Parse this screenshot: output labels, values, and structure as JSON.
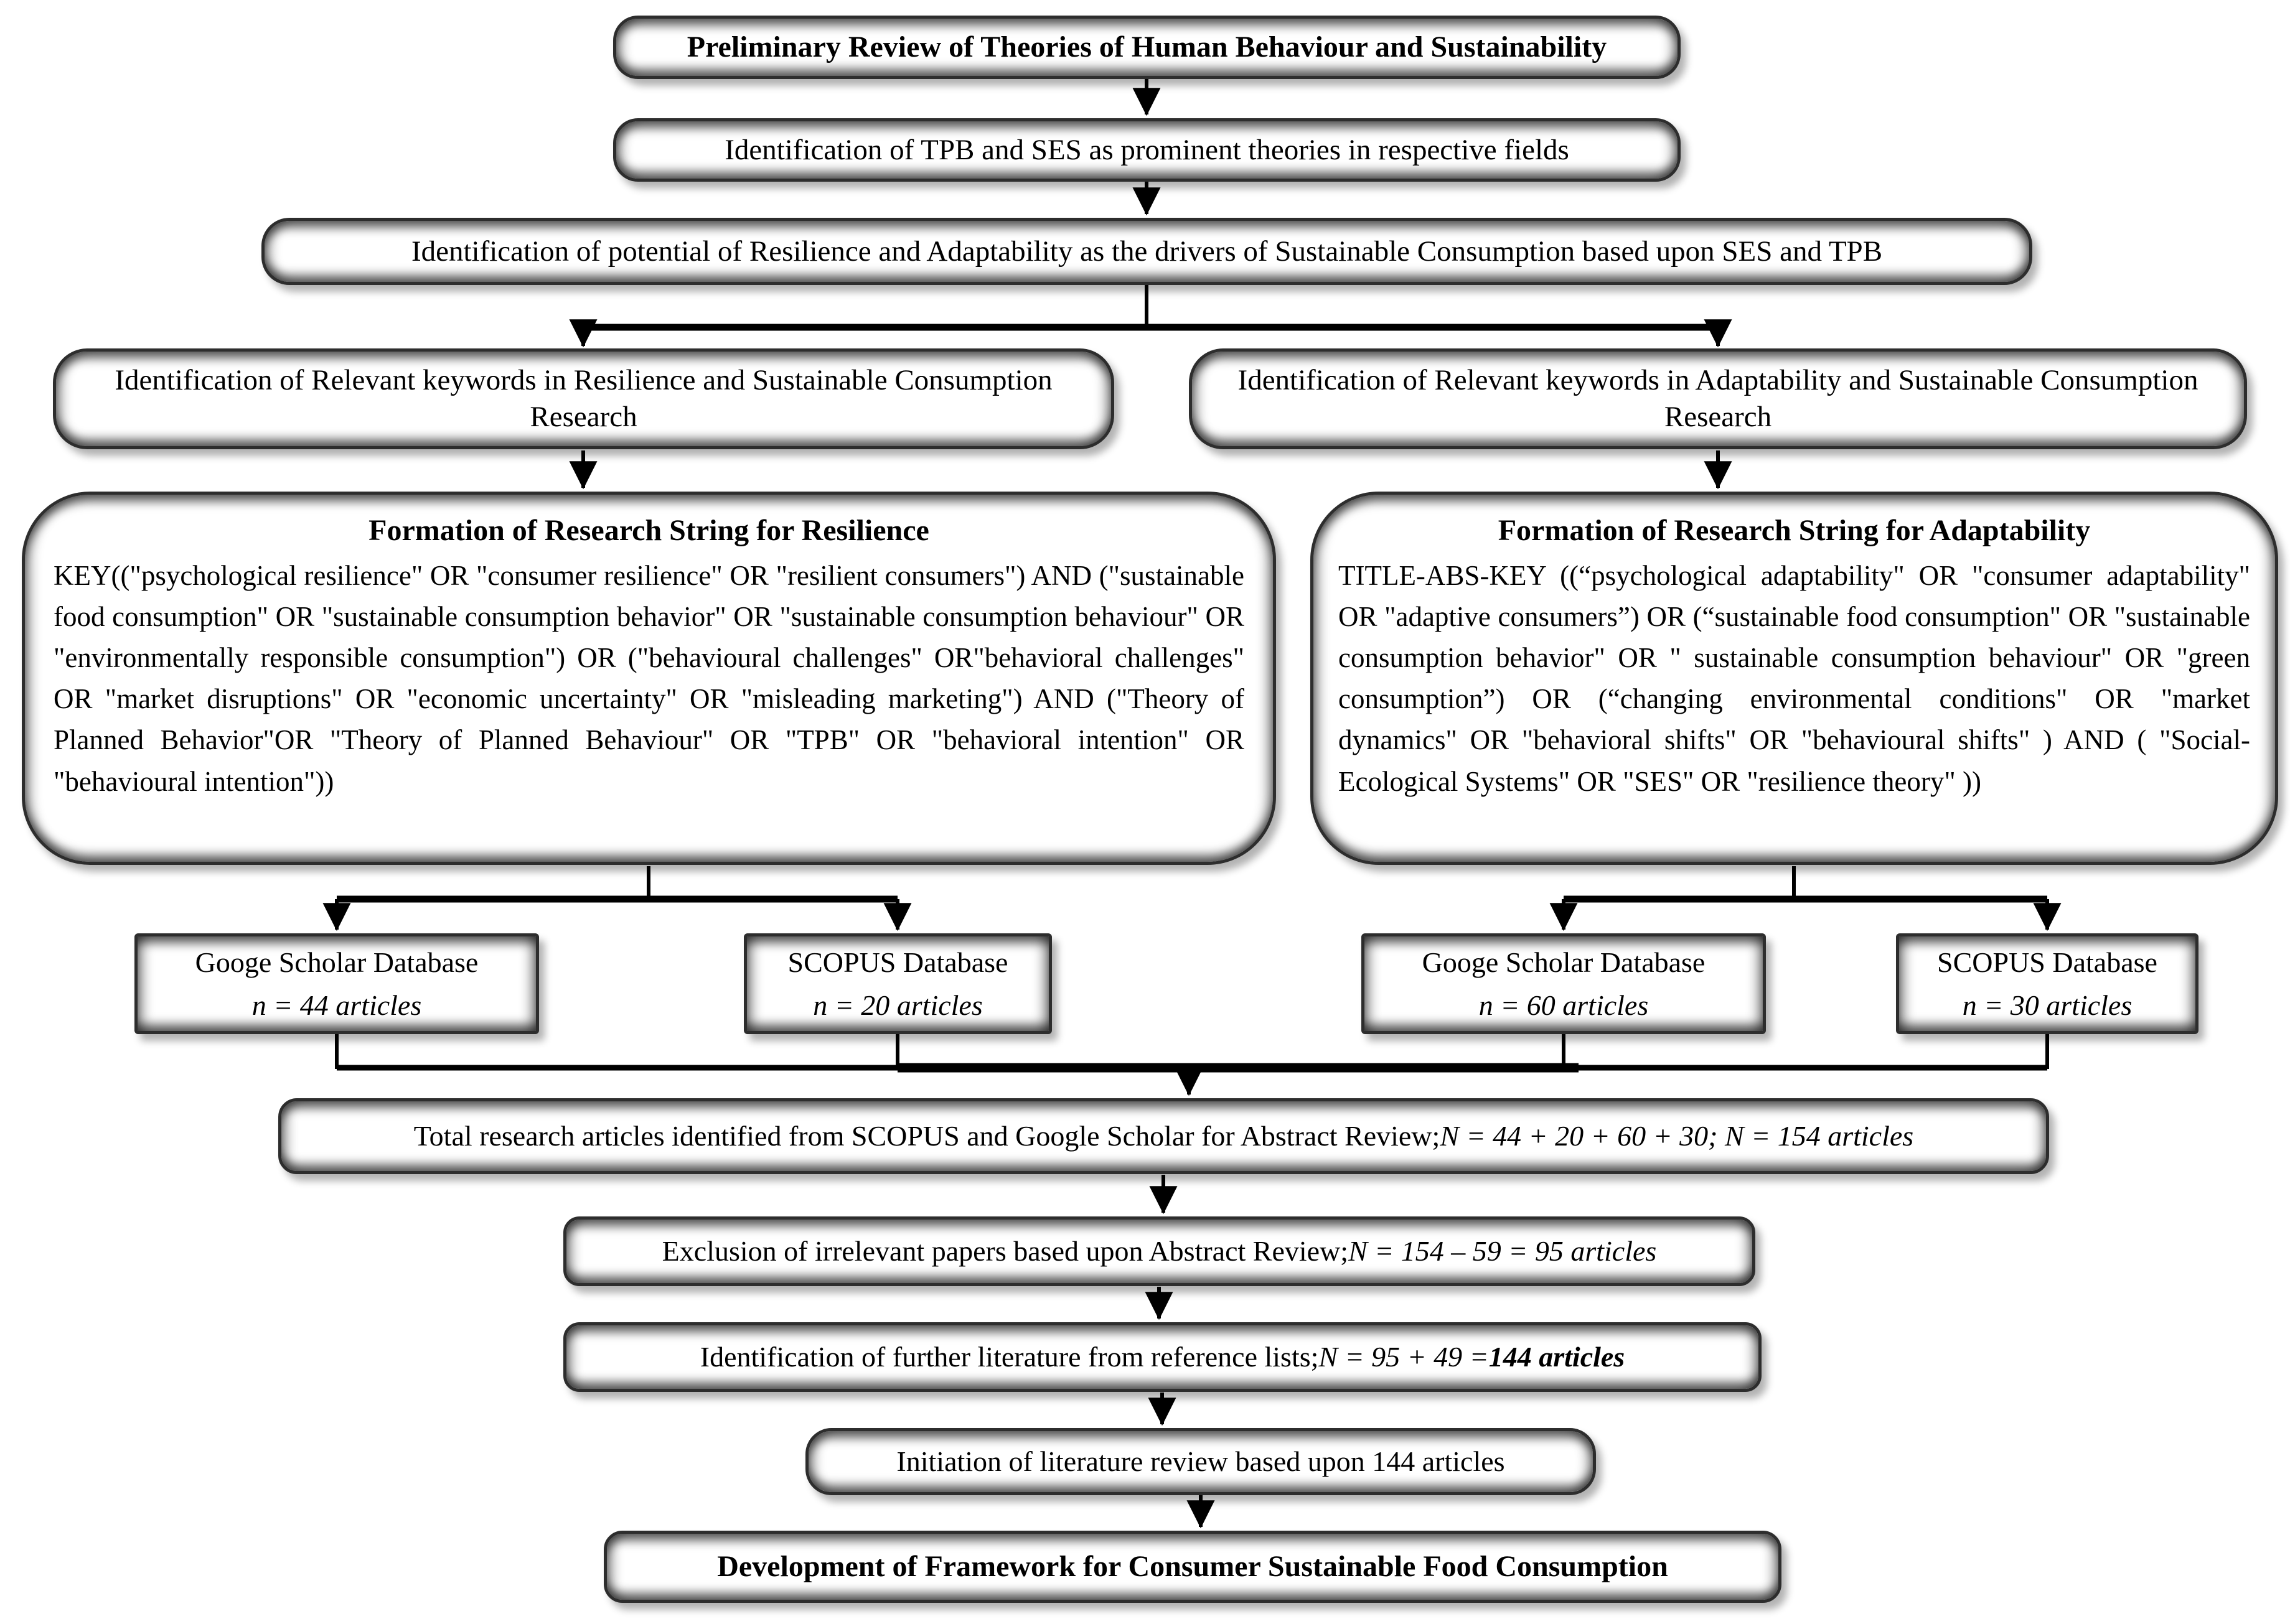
{
  "figure": "prisma-style-literature-review-flowchart",
  "colors": {
    "background": "#ffffff",
    "box_fill": "#ffffff",
    "box_shade_edge": "#8e8e8e",
    "box_border": "#2d2d2d",
    "connector_line": "#000000",
    "text": "#000000"
  },
  "nodes": {
    "preliminary": {
      "text": "Preliminary Review of Theories of Human Behaviour and Sustainability"
    },
    "tpb_ses": {
      "text": "Identification of TPB and SES as prominent theories in respective fields"
    },
    "potential": {
      "text": "Identification of potential of Resilience and Adaptability as the drivers of Sustainable Consumption based upon SES and TPB"
    },
    "keywords_resilience": {
      "text": "Identification of Relevant keywords in Resilience and Sustainable Consumption Research"
    },
    "keywords_adaptability": {
      "text": "Identification of Relevant keywords in Adaptability and Sustainable Consumption Research"
    },
    "string_resilience": {
      "title": "Formation of Research String for Resilience",
      "body": "KEY((\"psychological resilience\" OR \"consumer resilience\" OR \"resilient consumers\") AND (\"sustainable food consumption\" OR \"sustainable consumption behavior\" OR \"sustainable consumption behaviour\" OR \"environmentally responsible consumption\") OR (\"behavioural challenges\" OR\"behavioral challenges\" OR \"market disruptions\" OR \"economic uncertainty\" OR \"misleading marketing\") AND (\"Theory of Planned Behavior\"OR \"Theory of Planned Behaviour\" OR \"TPB\" OR \"behavioral intention\" OR \"behavioural intention\"))"
    },
    "string_adaptability": {
      "title": "Formation of Research String for Adaptability",
      "body": "TITLE-ABS-KEY ((“psychological adaptability\" OR \"consumer adaptability\" OR \"adaptive consumers”) OR (“sustainable food consumption\" OR \"sustainable consumption behavior\" OR \" sustainable consumption behaviour\" OR \"green consumption”) OR (“changing environmental conditions\" OR \"market dynamics\" OR \"behavioral shifts\" OR \"behavioural shifts\" ) AND ( \"Social-Ecological Systems\" OR \"SES\" OR \"resilience theory\" ))"
    },
    "db_google_resilience": {
      "name": "Googe Scholar Database",
      "count": "n = 44 articles"
    },
    "db_scopus_resilience": {
      "name": "SCOPUS Database",
      "count": "n = 20 articles"
    },
    "db_google_adaptability": {
      "name": "Googe Scholar Database",
      "count": "n = 60 articles"
    },
    "db_scopus_adaptability": {
      "name": "SCOPUS Database",
      "count": "n = 30 articles"
    },
    "total": {
      "text": "Total research articles identified from SCOPUS and Google Scholar for Abstract Review;",
      "stat": " N = 44 + 20 + 60 + 30; N = 154 articles"
    },
    "exclusion": {
      "text": "Exclusion of irrelevant papers based upon Abstract Review;",
      "stat": " N = 154 – 59 = 95 articles"
    },
    "references": {
      "text": "Identification of further literature from reference lists;",
      "stat": " N = 95 + 49 = ",
      "stat_bold": "144 articles"
    },
    "initiation": {
      "text": "Initiation of literature review based upon 144 articles"
    },
    "framework": {
      "text": "Development of Framework for Consumer Sustainable Food Consumption"
    }
  }
}
